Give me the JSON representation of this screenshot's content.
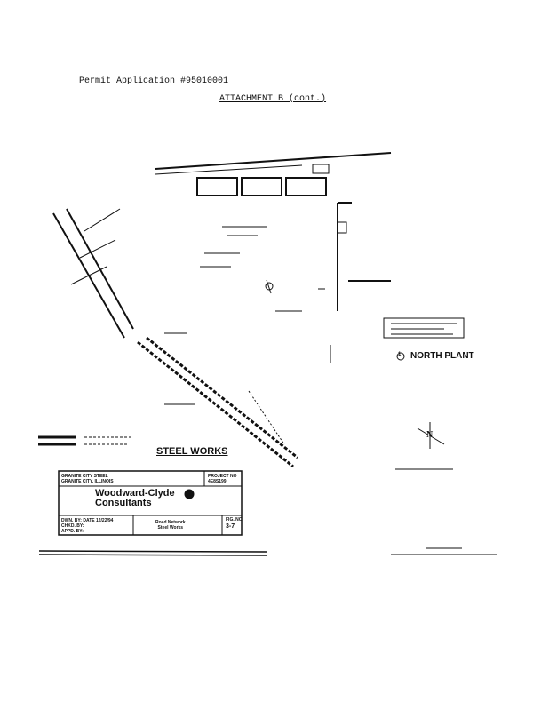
{
  "header": {
    "permit": "Permit Application #95010001",
    "attachment": "ATTACHMENT B (cont.)"
  },
  "map": {
    "site_label": "STEEL WORKS",
    "plant_label": "NORTH PLANT",
    "plant_number": "1",
    "north_symbol": "N"
  },
  "title_block": {
    "client_line1": "GRANITE CITY STEEL",
    "client_line2": "GRANITE CITY, ILLINOIS",
    "project_no_label": "PROJECT NO",
    "project_no": "4E8S199",
    "company_line1": "Woodward-Clyde",
    "company_line2": "Consultants",
    "drawing_title_line1": "Road Network",
    "drawing_title_line2": "Steel Works",
    "drawn_by": "DWN. BY: DATE 12/22/94",
    "checked": "CHKD. BY:",
    "approved": "APPD. BY:",
    "fig_label": "FIG. NO.",
    "fig_no": "3-7"
  }
}
